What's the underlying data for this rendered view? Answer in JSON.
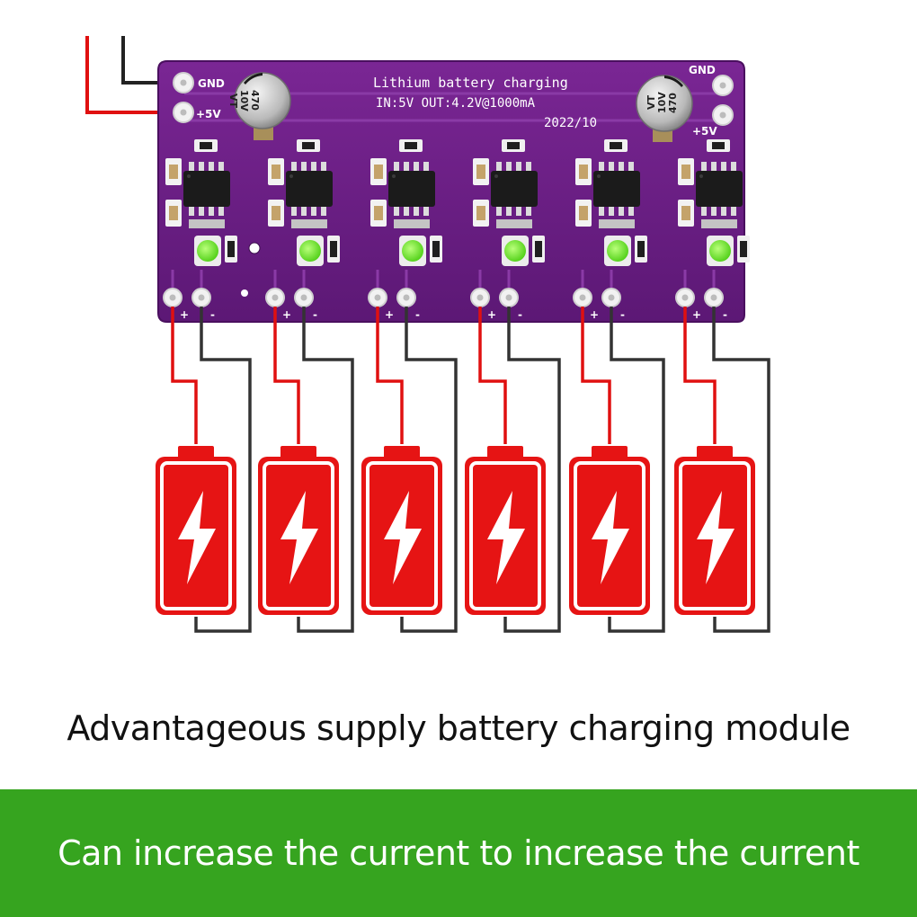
{
  "board": {
    "title": "Lithium battery charging",
    "spec": "IN:5V OUT:4.2V@1000mA",
    "date": "2022/10",
    "pin_gnd": "GND",
    "pin_5v": "+5V",
    "cap_value": "470",
    "cap_voltage": "10V",
    "cap_series": "VT",
    "channel_count": 6,
    "led_color": "#59e01f",
    "pcb_color": "#6b1e86"
  },
  "colors": {
    "wire_positive": "#e01010",
    "wire_negative": "#333333",
    "battery": "#e61414"
  },
  "caption": "Advantageous supply battery charging module",
  "banner": {
    "text": "Can increase the current to increase the current",
    "color": "#36a41f"
  }
}
